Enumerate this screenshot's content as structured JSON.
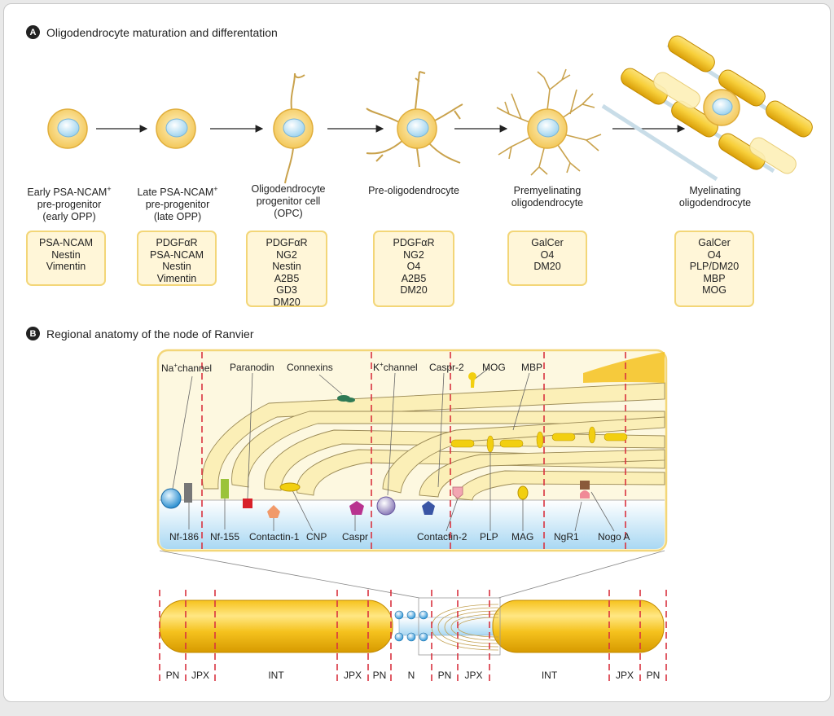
{
  "section_a": {
    "badge": "A",
    "title": "Oligodendrocyte maturation and differentation"
  },
  "section_b": {
    "badge": "B",
    "title": "Regional anatomy of the node of Ranvier"
  },
  "stages": [
    {
      "name_lines": [
        "Early PSA-NCAM",
        "pre-progenitor",
        "(early OPP)"
      ],
      "sup": "+",
      "markers": [
        "PSA-NCAM",
        "Nestin",
        "Vimentin"
      ]
    },
    {
      "name_lines": [
        "Late PSA-NCAM",
        "pre-progenitor",
        "(late OPP)"
      ],
      "sup": "+",
      "markers": [
        "PDGFαR",
        "PSA-NCAM",
        "Nestin",
        "Vimentin"
      ]
    },
    {
      "name_lines": [
        "Oligodendrocyte",
        "progenitor cell",
        "(OPC)"
      ],
      "sup": "",
      "markers": [
        "PDGFαR",
        "NG2",
        "Nestin",
        "A2B5",
        "GD3",
        "DM20"
      ]
    },
    {
      "name_lines": [
        "Pre-oligodendrocyte"
      ],
      "sup": "",
      "markers": [
        "PDGFαR",
        "NG2",
        "O4",
        "A2B5",
        "DM20"
      ]
    },
    {
      "name_lines": [
        "Premyelinating",
        "oligodendrocyte"
      ],
      "sup": "",
      "markers": [
        "GalCer",
        "O4",
        "DM20"
      ]
    },
    {
      "name_lines": [
        "Myelinating",
        "oligodendrocyte"
      ],
      "sup": "",
      "markers": [
        "GalCer",
        "O4",
        "PLP/DM20",
        "MBP",
        "MOG"
      ]
    }
  ],
  "node_labels": {
    "na_channel": "Na",
    "na_channel_sup": "+",
    "na_channel_rest": "channel",
    "paranodin": "Paranodin",
    "connexins": "Connexins",
    "k_channel": "K",
    "k_channel_sup": "+",
    "k_channel_rest": "channel",
    "caspr2": "Caspr-2",
    "mog": "MOG",
    "mbp": "MBP",
    "nf186": "Nf-186",
    "nf155": "Nf-155",
    "contactin1": "Contactin-1",
    "cnp": "CNP",
    "caspr": "Caspr",
    "contactin2": "Contactin-2",
    "plp": "PLP",
    "mag": "MAG",
    "ngr1": "NgR1",
    "nogo_a": "Nogo A"
  },
  "axon_regions": [
    "PN",
    "JPX",
    "INT",
    "JPX",
    "PN",
    "N",
    "PN",
    "JPX",
    "INT",
    "JPX",
    "PN"
  ],
  "colors": {
    "myelin": "#f5c518",
    "myelin_light": "#fdeeb0",
    "axon": "#bfe3f7",
    "dashed": "#d9323f",
    "box_border": "#f3d678"
  }
}
